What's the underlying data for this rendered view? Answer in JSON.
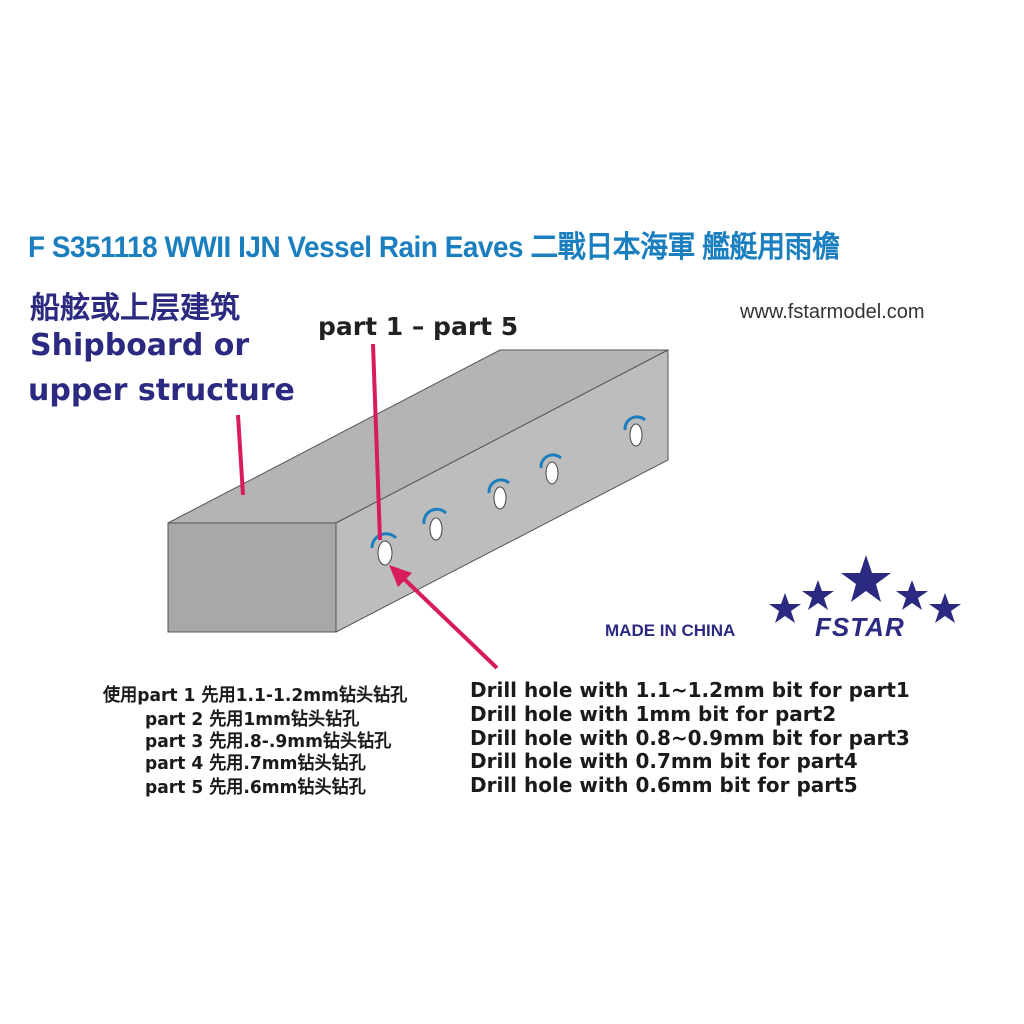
{
  "title": "F S351118 WWII IJN Vessel Rain Eaves 二戰日本海軍 艦艇用雨檐",
  "website": "www.fstarmodel.com",
  "labels": {
    "structure_cn": "船舷或上层建筑",
    "structure_en_line1": "Shipboard or",
    "structure_en_line2": "upper structure",
    "parts_range": "part 1 – part 5"
  },
  "instructions_cn": [
    "使用part 1 先用1.1-1.2mm钻头钻孔",
    "part 2 先用1mm钻头钻孔",
    "part 3 先用.8-.9mm钻头钻孔",
    "part 4 先用.7mm钻头钻孔",
    "part 5 先用.6mm钻头钻孔"
  ],
  "instructions_en": [
    "Drill hole with 1.1~1.2mm bit for part1",
    "Drill hole with 1mm bit for part2",
    "Drill hole with 0.8~0.9mm bit for part3",
    "Drill hole with 0.7mm bit for part4",
    "Drill hole with 0.6mm bit for part5"
  ],
  "brand": {
    "made_in": "MADE IN CHINA",
    "logo": "FSTAR"
  },
  "colors": {
    "title": "#1b7fbf",
    "navy": "#2b2a80",
    "pointer": "#d81b5a",
    "eave": "#1b7fbf"
  }
}
